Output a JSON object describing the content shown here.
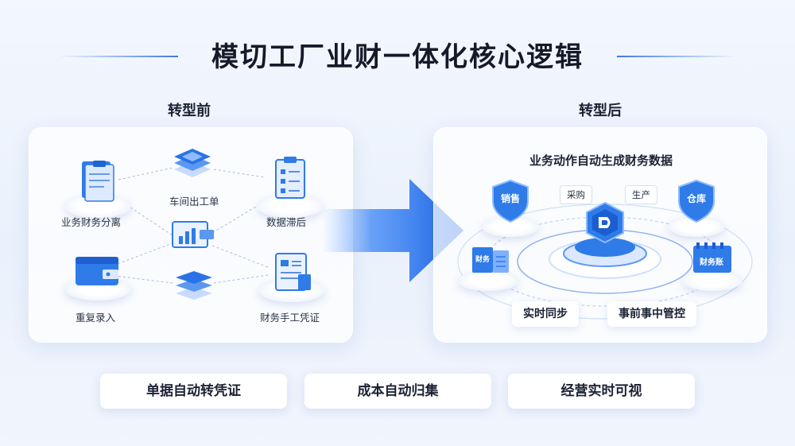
{
  "title": "模切工厂业财一体化核心逻辑",
  "before": {
    "label": "转型前",
    "nodes": {
      "separation": "业务财务分离",
      "workorder": "车间出工单",
      "delay": "数据滞后",
      "reentry": "重复录入",
      "manual_voucher": "财务手工凭证"
    }
  },
  "after": {
    "label": "转型后",
    "headline": "业务动作自动生成财务数据",
    "chips": {
      "purchase": "采购",
      "production": "生产"
    },
    "shields": {
      "sales": "销售",
      "warehouse": "仓库"
    },
    "boards": {
      "left": "财务",
      "right": "财务账"
    },
    "pills": {
      "sync": "实时同步",
      "control": "事前事中管控"
    }
  },
  "bottom": [
    "单据自动转凭证",
    "成本自动归集",
    "经营实时可视"
  ],
  "colors": {
    "accent": "#1f6fe8",
    "accent_light": "#5ea0ff",
    "text": "#1b2233"
  }
}
